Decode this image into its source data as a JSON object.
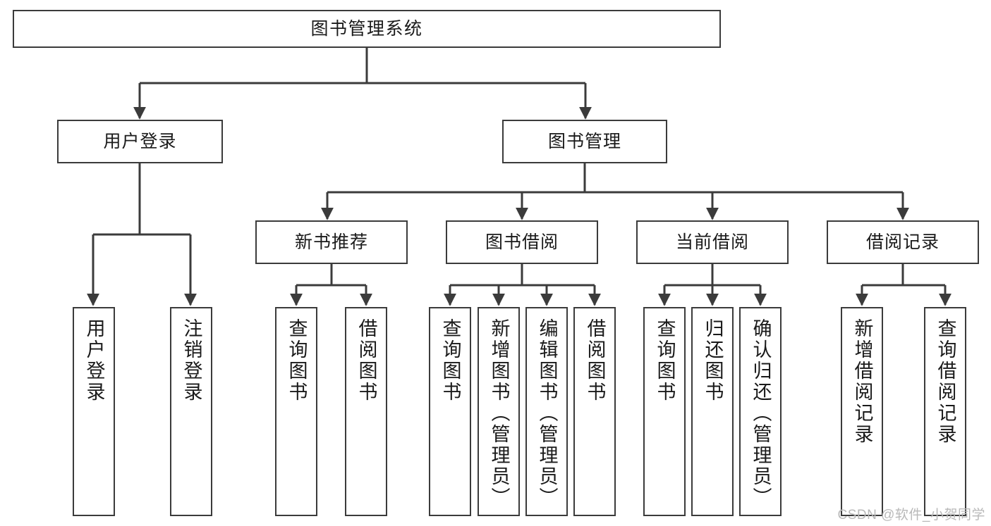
{
  "diagram": {
    "title": "图书管理系统",
    "type": "tree",
    "watermark": "CSDN @软件_小贺同学",
    "colors": {
      "node_border": "#3b3b3b",
      "node_fill": "#ffffff",
      "link": "#3b3b3b",
      "text": "#1a1a1a",
      "watermark": "#b9b9b9"
    },
    "nodes": {
      "root": {
        "label": "图书管理系统"
      },
      "level2": [
        {
          "id": "user-login",
          "label": "用户登录"
        },
        {
          "id": "book-manage",
          "label": "图书管理"
        }
      ],
      "level3": [
        {
          "id": "new-book-rec",
          "label": "新书推荐"
        },
        {
          "id": "book-borrow",
          "label": "图书借阅"
        },
        {
          "id": "current-borrow",
          "label": "当前借阅"
        },
        {
          "id": "borrow-record",
          "label": "借阅记录"
        }
      ],
      "leaves": [
        {
          "id": "leaf-user-login",
          "parent": "user-login",
          "label": "用户登录"
        },
        {
          "id": "leaf-logout",
          "parent": "user-login",
          "label": "注销登录"
        },
        {
          "id": "leaf-query-book-1",
          "parent": "new-book-rec",
          "label": "查询图书"
        },
        {
          "id": "leaf-borrow-book-1",
          "parent": "new-book-rec",
          "label": "借阅图书"
        },
        {
          "id": "leaf-query-book-2",
          "parent": "book-borrow",
          "label": "查询图书"
        },
        {
          "id": "leaf-add-book",
          "parent": "book-borrow",
          "label": "新增图书（管理员）"
        },
        {
          "id": "leaf-edit-book",
          "parent": "book-borrow",
          "label": "编辑图书（管理员）"
        },
        {
          "id": "leaf-borrow-book-2",
          "parent": "book-borrow",
          "label": "借阅图书"
        },
        {
          "id": "leaf-query-book-3",
          "parent": "current-borrow",
          "label": "查询图书"
        },
        {
          "id": "leaf-return-book",
          "parent": "current-borrow",
          "label": "归还图书"
        },
        {
          "id": "leaf-confirm-return",
          "parent": "current-borrow",
          "label": "确认归还（管理员）"
        },
        {
          "id": "leaf-add-record",
          "parent": "borrow-record",
          "label": "新增借阅记录"
        },
        {
          "id": "leaf-query-record",
          "parent": "borrow-record",
          "label": "查询借阅记录"
        }
      ]
    }
  }
}
